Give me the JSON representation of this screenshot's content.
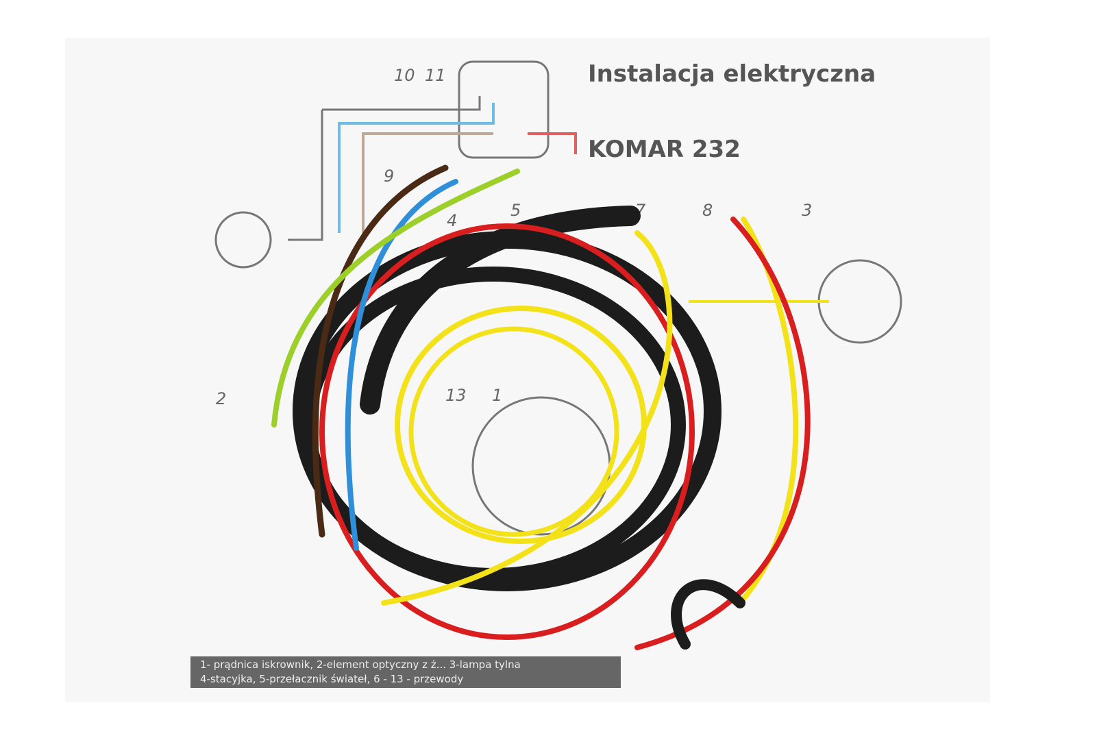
{
  "diagram": {
    "title": "Instalacja elektryczna",
    "model": "KOMAR 232",
    "legend_line1": "1- prądnica iskrownik,    2-element optyczny z ż...    3-lampa tylna",
    "legend_line2": "4-stacyjka,    5-przełacznik świateł,    6 - 13 - przewody",
    "numbers": [
      "10",
      "11",
      "9",
      "2",
      "4",
      "5",
      "7",
      "8",
      "3",
      "13",
      "1"
    ]
  },
  "colors": {
    "black": "#1c1c1c",
    "red": "#d81e1e",
    "yellow": "#f3e21a",
    "blue": "#2f8fd8",
    "brown": "#4a2a14",
    "green": "#9ccf2a"
  }
}
